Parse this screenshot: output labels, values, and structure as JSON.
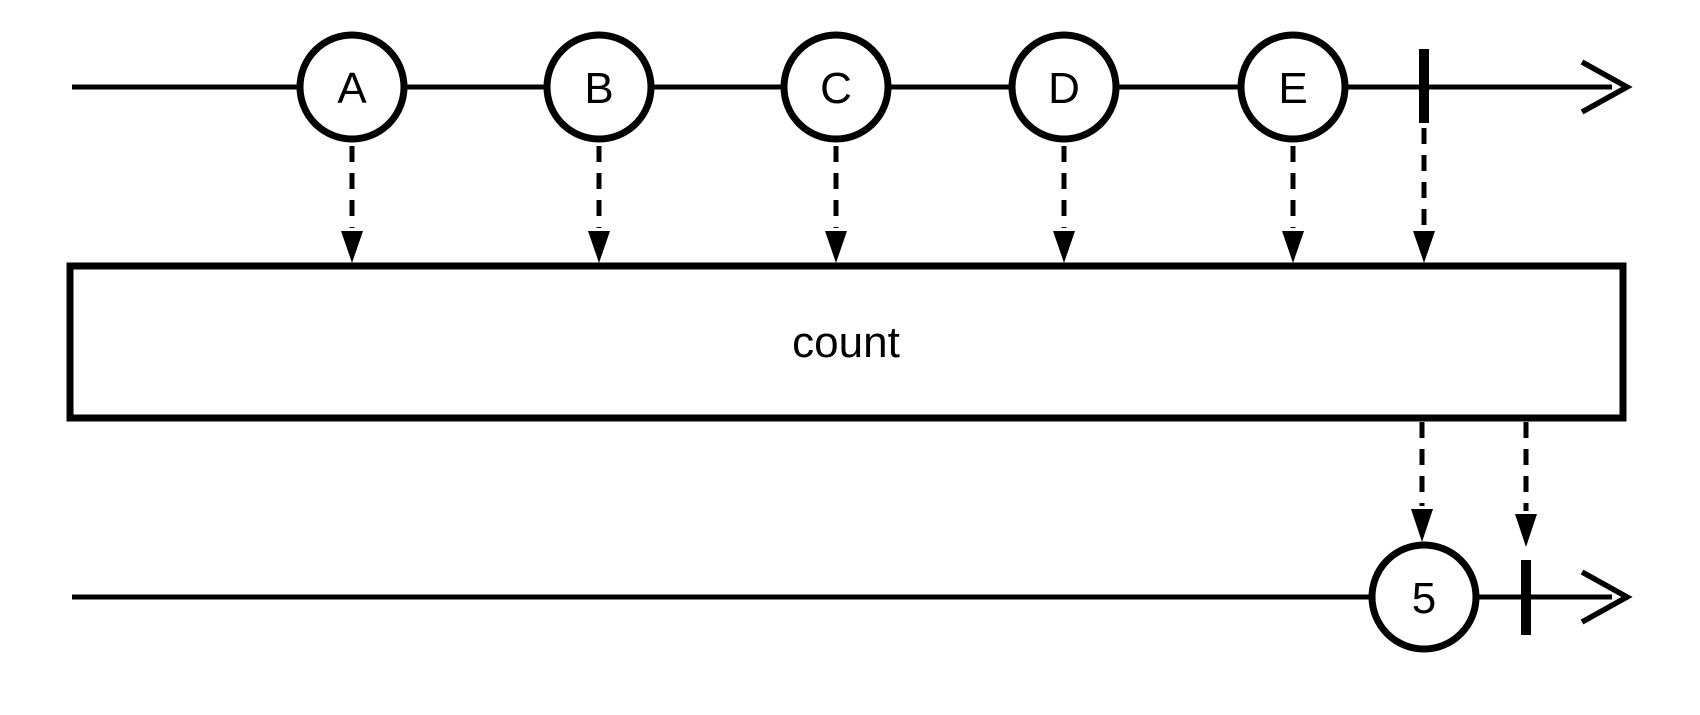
{
  "diagram": {
    "kind": "marble-diagram",
    "background_color": "#ffffff",
    "stroke_color": "#000000",
    "marble_fill_color": "#ffffff",
    "operator": {
      "label": "count"
    },
    "input_stream": {
      "marbles": [
        {
          "label": "A"
        },
        {
          "label": "B"
        },
        {
          "label": "C"
        },
        {
          "label": "D"
        },
        {
          "label": "E"
        }
      ],
      "complete_marker": "|"
    },
    "output_stream": {
      "marbles": [
        {
          "label": "5"
        }
      ],
      "complete_marker": "|"
    }
  }
}
